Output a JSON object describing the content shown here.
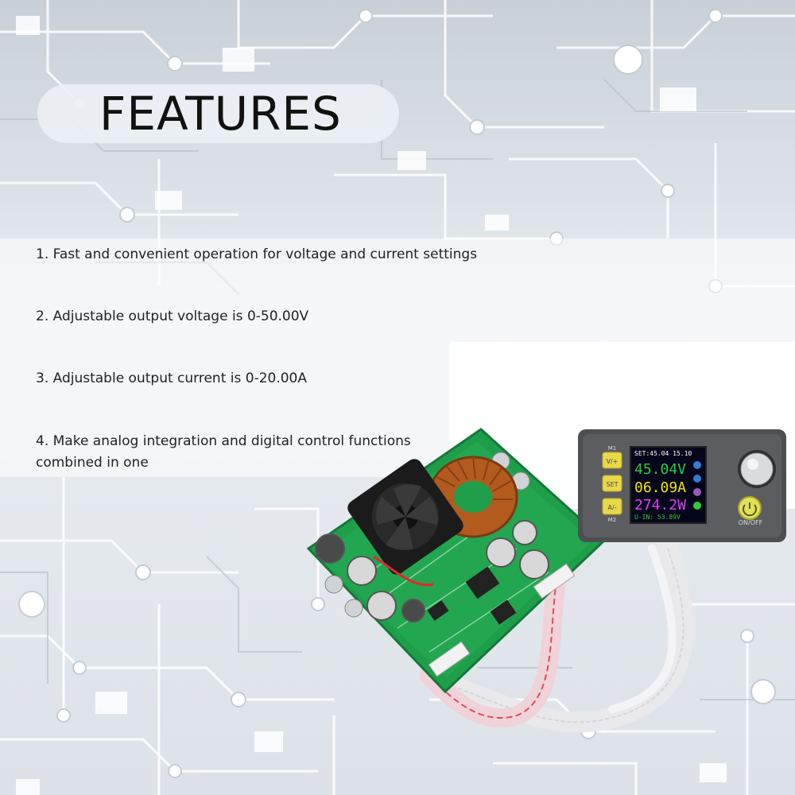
{
  "heading": "FEATURES",
  "features": [
    "1. Fast and convenient operation for voltage and current settings",
    "2. Adjustable output voltage is 0-50.00V",
    "3. Adjustable output current is 0-20.00A",
    "4. Make analog integration and digital control functions combined in one"
  ],
  "device": {
    "set_line": "SET:45.04 15.10",
    "voltage": "45.04V",
    "current": "06.09A",
    "power": "274.2W",
    "input": "U-IN: 53.89V",
    "btn_up": "V/+",
    "btn_set": "SET",
    "btn_down": "A/-",
    "label_m1": "M1",
    "label_m2": "M2",
    "power_label": "ON/OFF"
  },
  "colors": {
    "voltage": "#2ecc40",
    "current": "#f5e600",
    "power": "#e040fb",
    "pcb": "#1f9e4a",
    "screen": "#05061a"
  }
}
